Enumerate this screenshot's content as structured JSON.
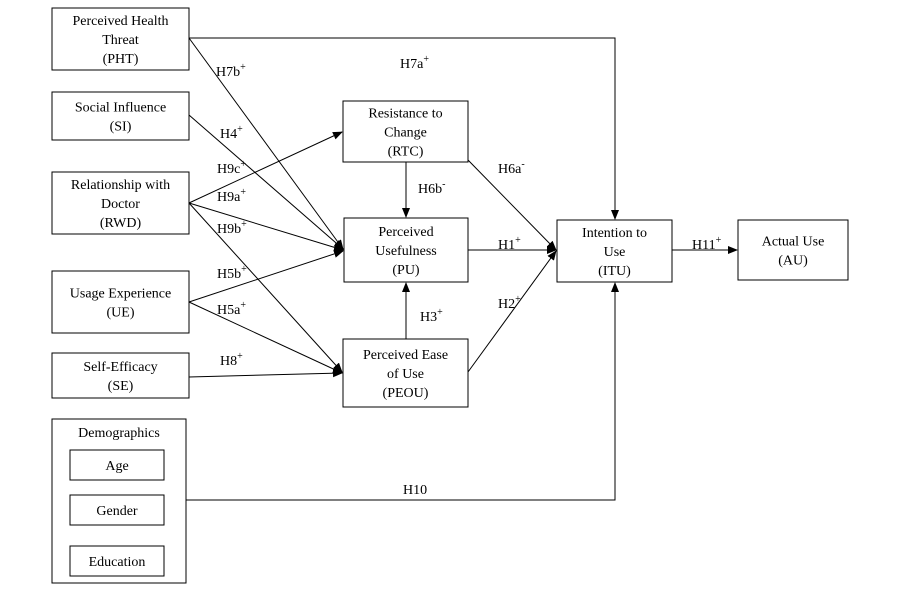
{
  "nodes": {
    "pht": {
      "lines": [
        "Perceived Health",
        "Threat",
        "(PHT)"
      ]
    },
    "si": {
      "lines": [
        "Social Influence",
        "(SI)"
      ]
    },
    "rwd": {
      "lines": [
        "Relationship with",
        "Doctor",
        "(RWD)"
      ]
    },
    "ue": {
      "lines": [
        "Usage Experience",
        "(UE)"
      ]
    },
    "se": {
      "lines": [
        "Self-Efficacy",
        "(SE)"
      ]
    },
    "demo": {
      "lines": [
        "Demographics"
      ]
    },
    "age": {
      "lines": [
        "Age"
      ]
    },
    "gender": {
      "lines": [
        "Gender"
      ]
    },
    "education": {
      "lines": [
        "Education"
      ]
    },
    "rtc": {
      "lines": [
        "Resistance to",
        "Change",
        "(RTC)"
      ]
    },
    "pu": {
      "lines": [
        "Perceived",
        "Usefulness",
        "(PU)"
      ]
    },
    "peou": {
      "lines": [
        "Perceived Ease",
        "of Use",
        "(PEOU)"
      ]
    },
    "itu": {
      "lines": [
        "Intention to",
        "Use",
        "(ITU)"
      ]
    },
    "au": {
      "lines": [
        "Actual Use",
        "(AU)"
      ]
    }
  },
  "hypotheses": {
    "h7b": {
      "base": "H7b",
      "sign": "+"
    },
    "h7a": {
      "base": "H7a",
      "sign": "+"
    },
    "h4": {
      "base": "H4",
      "sign": "+"
    },
    "h9c": {
      "base": "H9c",
      "sign": "+"
    },
    "h9a": {
      "base": "H9a",
      "sign": "+"
    },
    "h9b": {
      "base": "H9b",
      "sign": "+"
    },
    "h5b": {
      "base": "H5b",
      "sign": "+"
    },
    "h5a": {
      "base": "H5a",
      "sign": "+"
    },
    "h8": {
      "base": "H8",
      "sign": "+"
    },
    "h6b": {
      "base": "H6b",
      "sign": "-"
    },
    "h6a": {
      "base": "H6a",
      "sign": "-"
    },
    "h1": {
      "base": "H1",
      "sign": "+"
    },
    "h2": {
      "base": "H2",
      "sign": "+"
    },
    "h3": {
      "base": "H3",
      "sign": "+"
    },
    "h11": {
      "base": "H11",
      "sign": "+"
    },
    "h10": {
      "base": "H10",
      "sign": ""
    }
  }
}
